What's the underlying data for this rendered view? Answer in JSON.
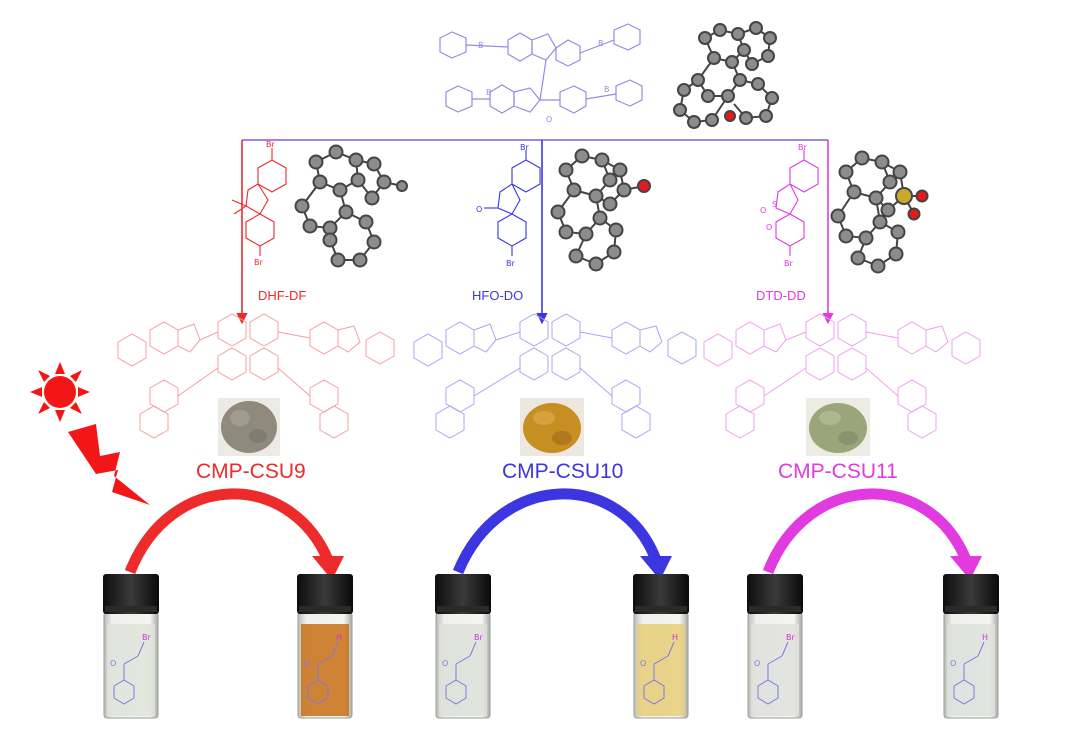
{
  "colors": {
    "red": "#ee2b2b",
    "blue": "#3b36e0",
    "magenta": "#e03ae0",
    "spiro": "#9a88e6",
    "atom_gray": "#8c8c8c",
    "oxygen": "#e8191e",
    "sulfur": "#c9a82c",
    "sun": "#f21616"
  },
  "top": {
    "atom_labels": {
      "b": "B",
      "o": "O"
    }
  },
  "monomers": [
    {
      "id": "dhf",
      "label": "DHF-DF",
      "br": "Br"
    },
    {
      "id": "hfo",
      "label": "HFO-DO",
      "br": "Br",
      "o": "O"
    },
    {
      "id": "dtd",
      "label": "DTD-DD",
      "br": "Br",
      "s": "S",
      "o": "O"
    }
  ],
  "polymers": [
    {
      "id": "csu9",
      "label": "CMP-CSU9",
      "powder_color": "#8f8a7c"
    },
    {
      "id": "csu10",
      "label": "CMP-CSU10",
      "powder_color": "#c78e22"
    },
    {
      "id": "csu11",
      "label": "CMP-CSU11",
      "powder_color": "#9aa67a"
    }
  ],
  "vials": {
    "before_tag": "Br",
    "after_tag": "H",
    "o_tag": "O",
    "liquids": [
      "#dfe3d9",
      "#c86f14",
      "#dde0d8",
      "#e8cd78",
      "#dfe1da",
      "#dde0dc"
    ]
  },
  "icons": {
    "sun": "sun-icon",
    "bolt": "lightning-bolt-icon"
  }
}
